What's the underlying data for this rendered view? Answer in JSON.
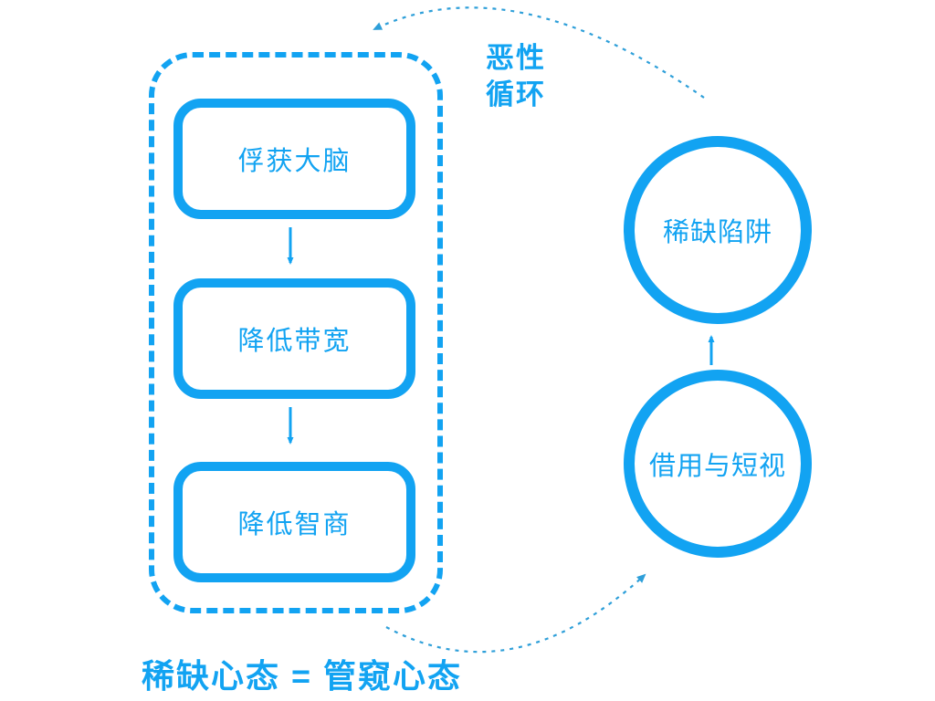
{
  "colors": {
    "primary": "#12a3f2",
    "dotted_curve": "#2e9fd9"
  },
  "flow_panel": {
    "boxes": [
      {
        "label": "俘获大脑"
      },
      {
        "label": "降低带宽"
      },
      {
        "label": "降低智商"
      }
    ]
  },
  "nodes": [
    {
      "label": "稀缺陷阱"
    },
    {
      "label": "借用与短视"
    }
  ],
  "cycle_label": {
    "line1": "恶性",
    "line2": "循环"
  },
  "caption": "稀缺心态 = 管窥心态"
}
